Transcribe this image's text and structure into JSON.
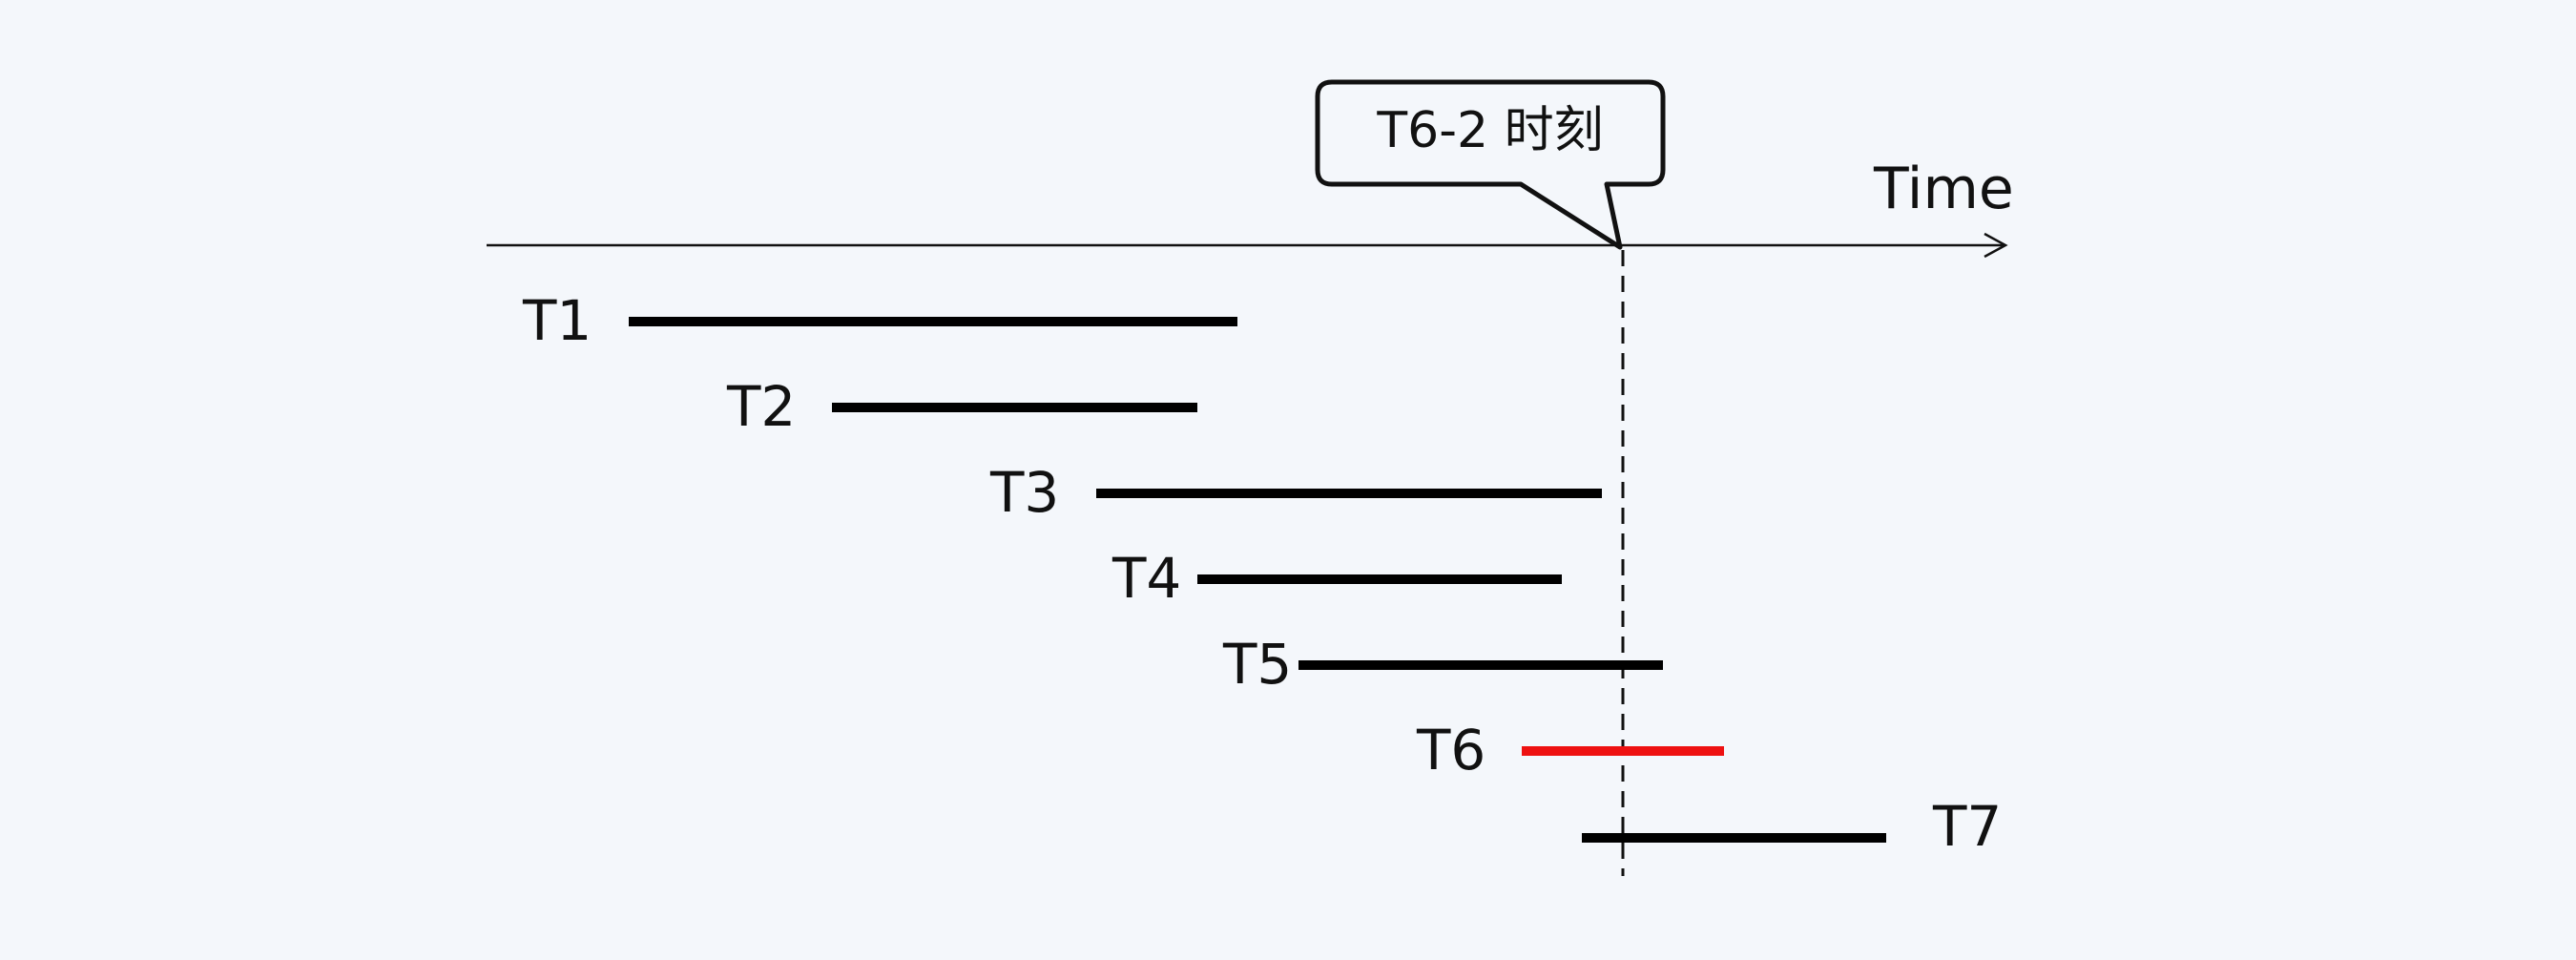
{
  "callout": {
    "label": "T6-2 时刻"
  },
  "axis": {
    "label": "Time"
  },
  "tasks": [
    {
      "label": "T1",
      "highlighted": false
    },
    {
      "label": "T2",
      "highlighted": false
    },
    {
      "label": "T3",
      "highlighted": false
    },
    {
      "label": "T4",
      "highlighted": false
    },
    {
      "label": "T5",
      "highlighted": false
    },
    {
      "label": "T6",
      "highlighted": true
    },
    {
      "label": "T7",
      "highlighted": false
    }
  ],
  "colors": {
    "background": "#f4f7fb",
    "bar": "#000000",
    "highlight_bar": "#ee1111",
    "text": "#111111"
  }
}
